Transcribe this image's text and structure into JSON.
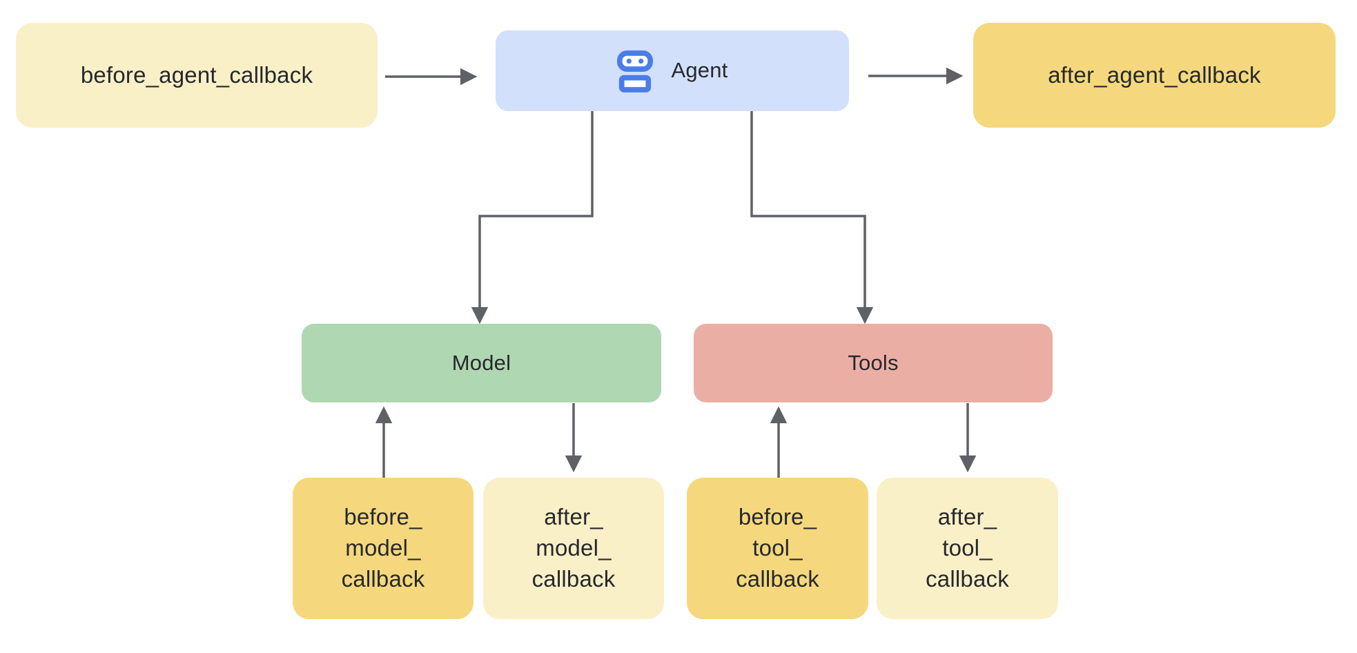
{
  "diagram": {
    "type": "flowchart",
    "colors": {
      "background": "#FFFFFF",
      "cream": "#FAF0C8",
      "gold": "#F5D87E",
      "green": "#AFD7B2",
      "salmon": "#EBAEA5",
      "light_blue": "#D3E0FB",
      "robot_blue": "#4A7DE9",
      "arrow": "#5E6165",
      "text": "#26282B"
    },
    "nodes": {
      "before_agent": {
        "label": "before_agent_callback",
        "color": "#FAF0C8"
      },
      "agent": {
        "label": "Agent",
        "icon": "robot-icon",
        "color": "#D3E0FB"
      },
      "after_agent": {
        "label": "after_agent_callback",
        "color": "#F5D87E"
      },
      "model": {
        "label": "Model",
        "color": "#AFD7B2"
      },
      "tools": {
        "label": "Tools",
        "color": "#EBAEA5"
      },
      "before_model": {
        "label": "before_\nmodel_\ncallback",
        "color": "#F5D87E"
      },
      "after_model": {
        "label": "after_\nmodel_\ncallback",
        "color": "#FAF0C8"
      },
      "before_tool": {
        "label": "before_\ntool_\ncallback",
        "color": "#F5D87E"
      },
      "after_tool": {
        "label": "after_\ntool_\ncallback",
        "color": "#FAF0C8"
      }
    },
    "edges": [
      {
        "from": "before_agent",
        "to": "agent"
      },
      {
        "from": "agent",
        "to": "after_agent"
      },
      {
        "from": "agent",
        "to": "model"
      },
      {
        "from": "agent",
        "to": "tools"
      },
      {
        "from": "before_model",
        "to": "model"
      },
      {
        "from": "model",
        "to": "after_model"
      },
      {
        "from": "before_tool",
        "to": "tools"
      },
      {
        "from": "tools",
        "to": "after_tool"
      }
    ]
  }
}
